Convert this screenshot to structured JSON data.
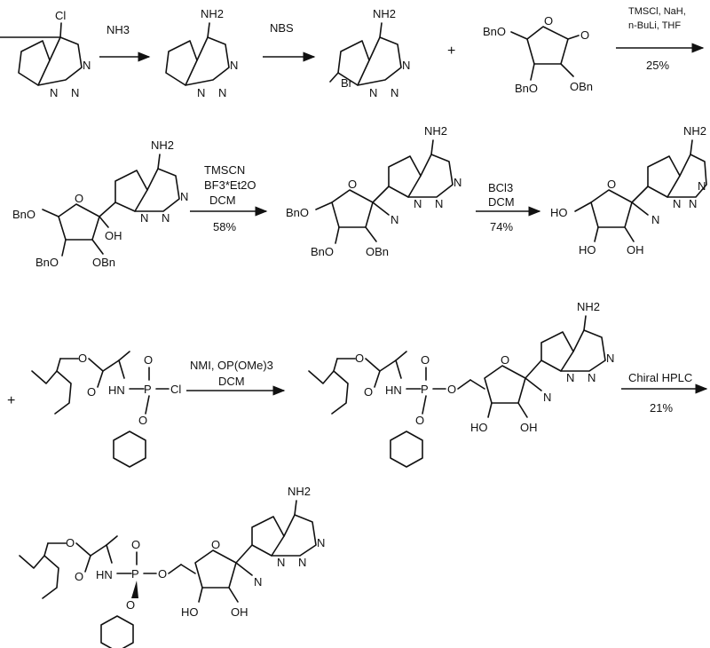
{
  "labels": {
    "cl": "Cl",
    "nh2": "NH2",
    "n": "N",
    "br": "Br",
    "o": "O",
    "bno": "BnO",
    "obn": "OBn",
    "oh": "OH",
    "ho": "HO",
    "hn": "HN",
    "p": "P",
    "cn_n": "N"
  },
  "step1": {
    "reagent": "NH3"
  },
  "step2": {
    "reagent": "NBS"
  },
  "step3": {
    "plus": "+",
    "line1": "TMSCl, NaH,",
    "line2": "n-BuLi, THF",
    "yield": "25%"
  },
  "step4": {
    "line1": "TMSCN",
    "line2": "BF3*Et2O",
    "line3": "DCM",
    "yield": "58%"
  },
  "step5": {
    "line1": "BCl3",
    "line2": "DCM",
    "yield": "74%"
  },
  "step6": {
    "plus": "+",
    "line1": "NMI, OP(OMe)3",
    "line2": "DCM"
  },
  "step7": {
    "line1": "Chiral HPLC",
    "yield": "21%"
  }
}
